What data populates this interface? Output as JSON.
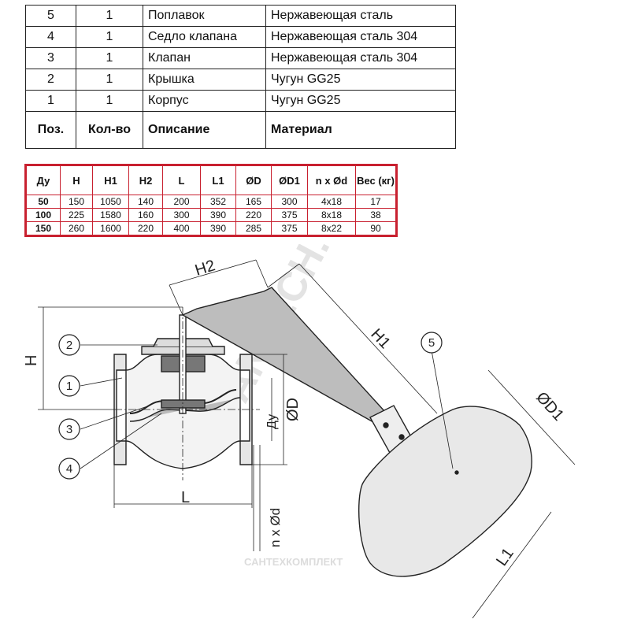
{
  "parts_table": {
    "rows": [
      {
        "pos": "5",
        "qty": "1",
        "desc": "Поплавок",
        "material": "Нержавеющая сталь"
      },
      {
        "pos": "4",
        "qty": "1",
        "desc": "Седло клапана",
        "material": "Нержавеющая сталь 304"
      },
      {
        "pos": "3",
        "qty": "1",
        "desc": "Клапан",
        "material": "Нержавеющая сталь 304"
      },
      {
        "pos": "2",
        "qty": "1",
        "desc": "Крышка",
        "material": "Чугун GG25"
      },
      {
        "pos": "1",
        "qty": "1",
        "desc": "Корпус",
        "material": "Чугун GG25"
      }
    ],
    "header": {
      "pos": "Поз.",
      "qty": "Кол-во",
      "desc": "Описание",
      "material": "Материал"
    }
  },
  "dim_table": {
    "header": [
      "Ду",
      "H",
      "H1",
      "H2",
      "L",
      "L1",
      "ØD",
      "ØD1",
      "n x Ød",
      "Вес (кг)"
    ],
    "rows": [
      [
        "50",
        "150",
        "1050",
        "140",
        "200",
        "352",
        "165",
        "300",
        "4x18",
        "17"
      ],
      [
        "100",
        "225",
        "1580",
        "160",
        "300",
        "390",
        "220",
        "375",
        "8x18",
        "38"
      ],
      [
        "150",
        "260",
        "1600",
        "220",
        "400",
        "390",
        "285",
        "375",
        "8x22",
        "90"
      ]
    ],
    "border_color": "#c8202f"
  },
  "drawing": {
    "labels": {
      "H": "H",
      "H1": "H1",
      "H2": "H2",
      "L": "L",
      "L1": "L1",
      "D": "ØD",
      "D1": "ØD1",
      "Du": "Ду",
      "nxd": "n x Ød"
    },
    "callouts": [
      "1",
      "2",
      "3",
      "4",
      "5"
    ]
  },
  "watermark": {
    "diagonal": "SANTECH.RU",
    "bottom": "САНТЕХКОМПЛЕКТ"
  }
}
